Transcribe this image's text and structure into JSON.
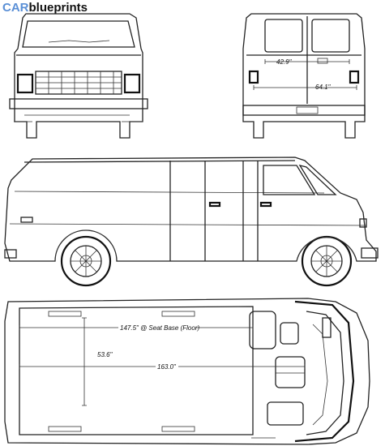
{
  "brand": {
    "car": "CAR",
    "blueprints": "blueprints"
  },
  "dimensions": {
    "rear_window_width": "42.9\"",
    "rear_track": "64.1\"",
    "seat_base_to_floor": "147.5\" @ Seat Base (Floor)",
    "cargo_width": "53.6\"",
    "cargo_length": "163.0\""
  },
  "colors": {
    "brand_blue": "#5a8fd6",
    "ink": "#222222"
  }
}
